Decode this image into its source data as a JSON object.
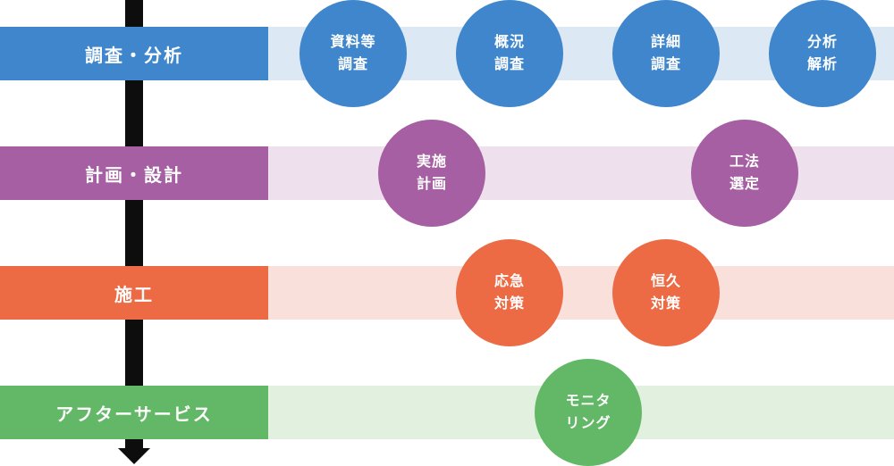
{
  "stages": [
    {
      "label": "調査・分析",
      "color": "#3f86cc",
      "band_color": "#dce8f3"
    },
    {
      "label": "計画・設計",
      "color": "#a55fa2",
      "band_color": "#eee0ec"
    },
    {
      "label": "施工",
      "color": "#ec6a44",
      "band_color": "#f9e0da"
    },
    {
      "label": "アフターサービス",
      "color": "#62b867",
      "band_color": "#e2f1df"
    }
  ],
  "steps": {
    "survey": [
      {
        "line1": "資料等",
        "line2": "調査"
      },
      {
        "line1": "概況",
        "line2": "調査"
      },
      {
        "line1": "詳細",
        "line2": "調査"
      },
      {
        "line1": "分析",
        "line2": "解析"
      }
    ],
    "planning": [
      {
        "line1": "実施",
        "line2": "計画"
      },
      {
        "line1": "工法",
        "line2": "選定"
      }
    ],
    "construction": [
      {
        "line1": "応急",
        "line2": "対策"
      },
      {
        "line1": "恒久",
        "line2": "対策"
      }
    ],
    "after_service": [
      {
        "line1": "モニタ",
        "line2": "リング"
      }
    ]
  }
}
